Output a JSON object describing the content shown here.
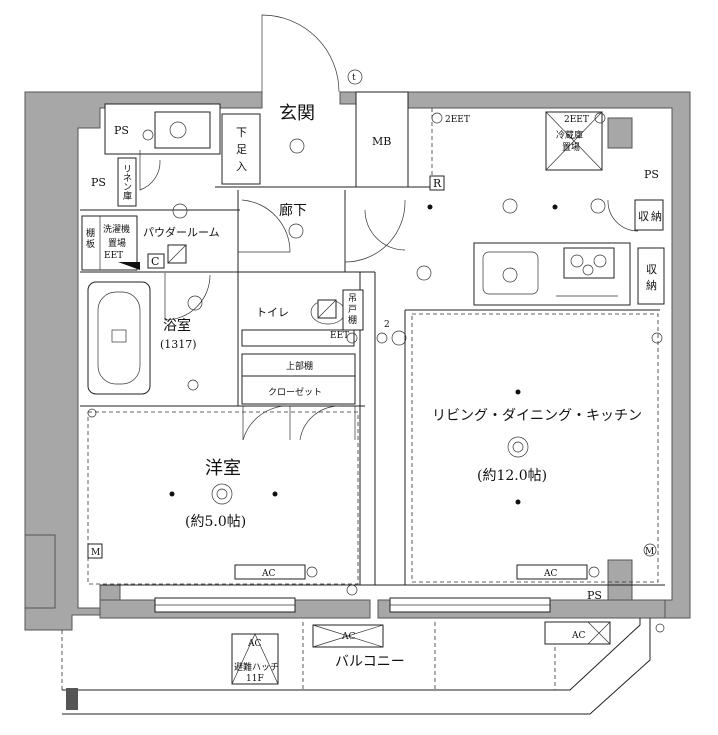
{
  "rooms": {
    "entrance": "玄関",
    "hallway": "廊下",
    "powder_room": "パウダールーム",
    "bath": "浴室",
    "bath_size": "(1317)",
    "toilet": "トイレ",
    "western_room": "洋室",
    "western_room_size": "(約5.0帖)",
    "ldk": "リビング・ダイニング・キッチン",
    "ldk_size": "(約12.0帖)",
    "balcony": "バルコニー"
  },
  "storage": {
    "shoe_box_chars": [
      "下",
      "足",
      "入"
    ],
    "mb": "MB",
    "linen_chars": [
      "リ",
      "ネ",
      "ン",
      "庫"
    ],
    "washer": [
      "洗濯機",
      "置場"
    ],
    "shelf_chars": [
      "棚",
      "板"
    ],
    "upper_shelf": "上部棚",
    "closet": "クローゼット",
    "kitchen_storage_1": [
      "収",
      "納"
    ],
    "kitchen_storage_2": [
      "収",
      "納"
    ],
    "fridge": [
      "冷蔵庫",
      "置場"
    ],
    "toilet_shelf_chars": [
      "吊",
      "戸",
      "棚"
    ]
  },
  "equipment": {
    "ps_labels": [
      "PS",
      "PS",
      "PS",
      "PS"
    ],
    "ac_labels": [
      "AC",
      "AC",
      "AC",
      "AC",
      "AC"
    ],
    "c_label": "C",
    "r_label": "R",
    "m_labels": [
      "M",
      "M"
    ],
    "t_label": "t",
    "outlet_2": "2",
    "eet_labels": [
      "2EET",
      "2EET",
      "EET",
      "EET"
    ],
    "hatch": [
      "避難ハッチ",
      "11F"
    ]
  }
}
